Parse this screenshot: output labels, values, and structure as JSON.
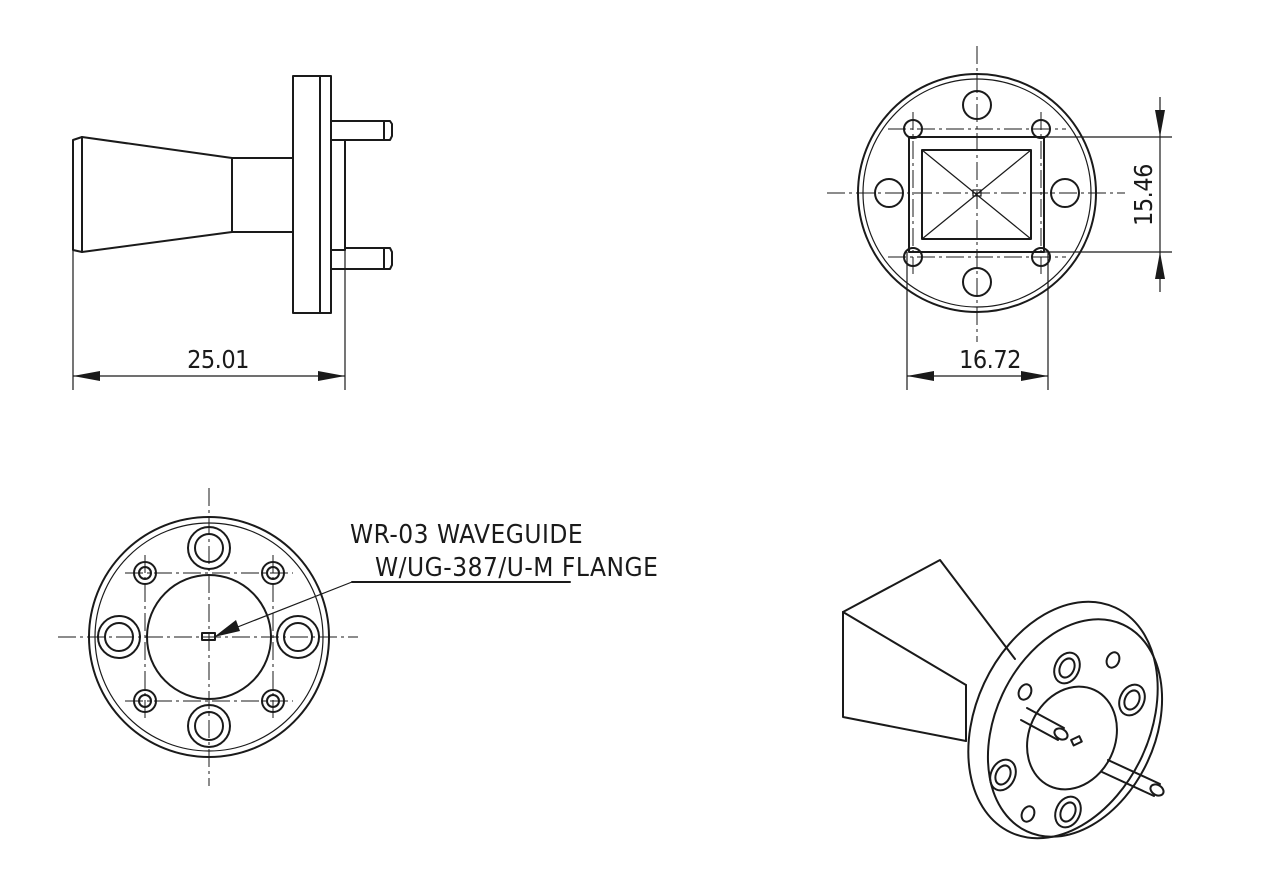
{
  "dimensions": {
    "length": "25.01",
    "flange_width": "16.72",
    "flange_height": "15.46"
  },
  "note": {
    "line1": "WR-03 WAVEGUIDE",
    "line2": "W/UG-387/U-M FLANGE"
  },
  "colors": {
    "line": "#1a1a1a",
    "background": "#ffffff"
  }
}
